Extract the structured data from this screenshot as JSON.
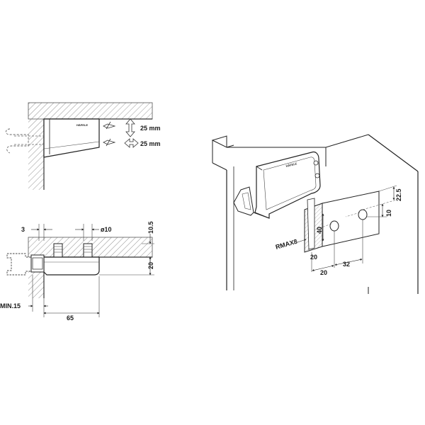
{
  "top_view": {
    "logo_text": "HÄFELE",
    "dim_vertical": "25 mm",
    "dim_horizontal": "25 mm"
  },
  "side_view": {
    "dim_offset": "3",
    "dim_bolt": "ø10",
    "dim_top": "10.5",
    "dim_height": "20",
    "dim_min": "MIN.15",
    "dim_length": "65"
  },
  "iso_view": {
    "logo_text": "HÄFELE",
    "dim_radius": "RMAX8",
    "dim_edge": "20",
    "dim_hole_height": "40",
    "dim_hole_from_edge": "20",
    "dim_hole_spacing": "32",
    "dim_offset_top": "22.5",
    "dim_hole_depth": "10"
  }
}
